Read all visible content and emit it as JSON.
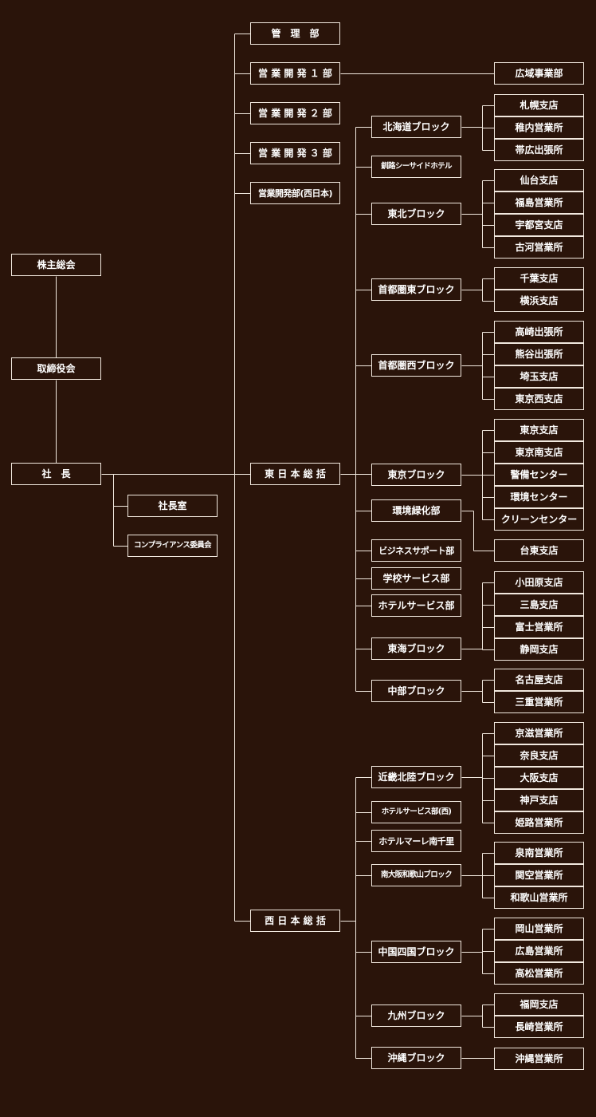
{
  "left": {
    "shareholders": "株主総会",
    "board": "取締役会",
    "president": "社　長",
    "president_office": "社長室",
    "compliance": "コンプライアンス委員会"
  },
  "level2": {
    "admin": "管　理　部",
    "sales1": "営 業 開 発 １ 部",
    "sales2": "営 業 開 発 ２ 部",
    "sales3": "営 業 開 発 ３ 部",
    "sales_west": "営業開発部(西日本)",
    "east": "東 日 本 総 括",
    "west": "西 日 本 総 括"
  },
  "wide_area": "広域事業部",
  "east_blocks": {
    "hokkaido": {
      "name": "北海道ブロック",
      "branches": [
        "札幌支店",
        "稚内営業所",
        "帯広出張所"
      ]
    },
    "kushiro": "釧路シーサイドホテル",
    "tohoku": {
      "name": "東北ブロック",
      "branches": [
        "仙台支店",
        "福島営業所",
        "宇都宮支店",
        "古河営業所"
      ]
    },
    "shutoken_east": {
      "name": "首都圏東ブロック",
      "branches": [
        "千葉支店",
        "横浜支店"
      ]
    },
    "shutoken_west": {
      "name": "首都圏西ブロック",
      "branches": [
        "高崎出張所",
        "熊谷出張所",
        "埼玉支店",
        "東京西支店"
      ]
    },
    "tokyo": {
      "name": "東京ブロック",
      "branches": [
        "東京支店",
        "東京南支店",
        "警備センター",
        "環境センター",
        "クリーンセンター"
      ]
    },
    "greening": {
      "name": "環境緑化部",
      "branches": [
        "台東支店"
      ]
    },
    "business_support": "ビジネスサポート部",
    "school": "学校サービス部",
    "hotel": "ホテルサービス部",
    "tokai": {
      "name": "東海ブロック",
      "branches": [
        "小田原支店",
        "三島支店",
        "富士営業所",
        "静岡支店"
      ]
    },
    "chubu": {
      "name": "中部ブロック",
      "branches": [
        "名古屋支店",
        "三重営業所"
      ]
    }
  },
  "west_blocks": {
    "kinki": {
      "name": "近畿北陸ブロック",
      "branches": [
        "京滋営業所",
        "奈良支店",
        "大阪支店",
        "神戸支店",
        "姫路営業所"
      ]
    },
    "hotel_west": "ホテルサービス部(西)",
    "hotel_mare": "ホテルマーレ南千里",
    "minami_osaka": {
      "name": "南大阪和歌山ブロック",
      "branches": [
        "泉南営業所",
        "関空営業所",
        "和歌山営業所"
      ]
    },
    "chugoku": {
      "name": "中国四国ブロック",
      "branches": [
        "岡山営業所",
        "広島営業所",
        "高松営業所"
      ]
    },
    "kyushu": {
      "name": "九州ブロック",
      "branches": [
        "福岡支店",
        "長崎営業所"
      ]
    },
    "okinawa": {
      "name": "沖縄ブロック",
      "branches": [
        "沖縄営業所"
      ]
    }
  }
}
